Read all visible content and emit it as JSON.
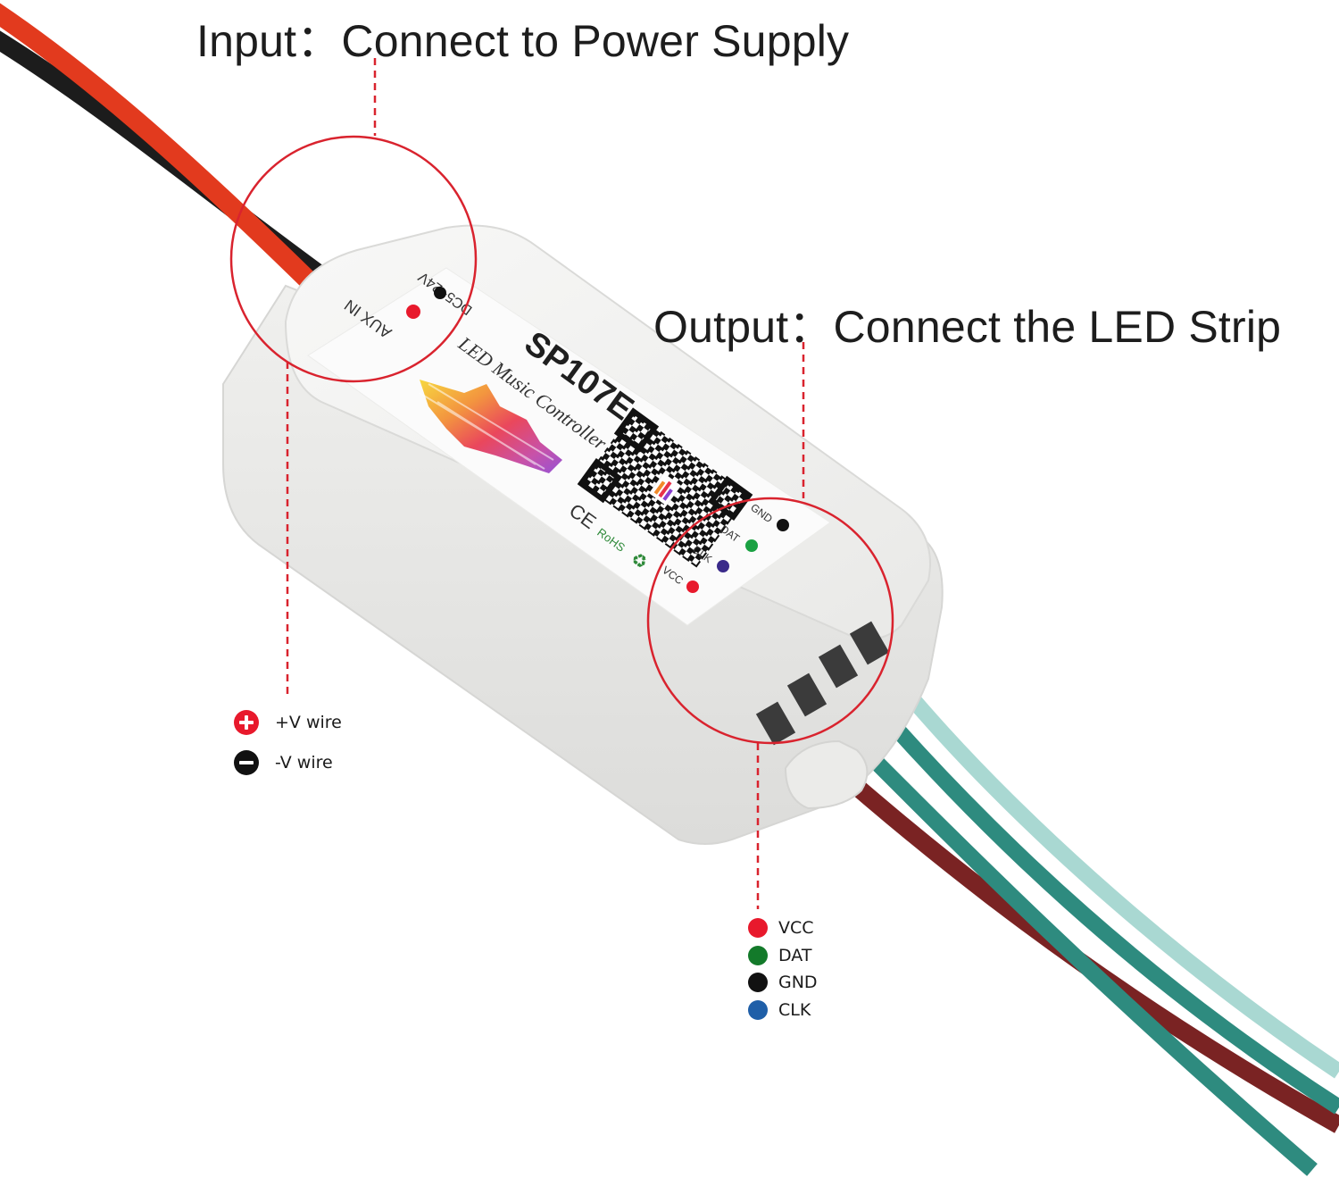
{
  "captions": {
    "input": "Input：Connect to Power Supply",
    "output": "Output：Connect the LED Strip"
  },
  "device": {
    "model": "SP107E",
    "subtitle": "LED Music Controller",
    "aux_label": "AUX IN",
    "voltage_label": "DC5~24V",
    "mark_ce": "CE",
    "mark_rohs": "RoHS",
    "port_labels": [
      "GND",
      "DAT",
      "CLK",
      "VCC"
    ]
  },
  "power_legend": [
    {
      "label": "+V wire",
      "symbol": "plus",
      "color": "#e8192c"
    },
    {
      "label": "-V wire",
      "symbol": "minus",
      "color": "#111111"
    }
  ],
  "pin_legend": [
    {
      "label": "VCC",
      "color": "#e8192c"
    },
    {
      "label": "DAT",
      "color": "#137a2a"
    },
    {
      "label": "GND",
      "color": "#111111"
    },
    {
      "label": "CLK",
      "color": "#1f5fa8"
    }
  ],
  "colors": {
    "callout": "#d9232e",
    "wire_red": "#e23a1e",
    "wire_black": "#1c1c1c",
    "wire_dark_red": "#7a2323",
    "wire_teal": "#2e8b7f",
    "wire_light_teal": "#a9d8d2",
    "case": "#f3f3f1"
  }
}
